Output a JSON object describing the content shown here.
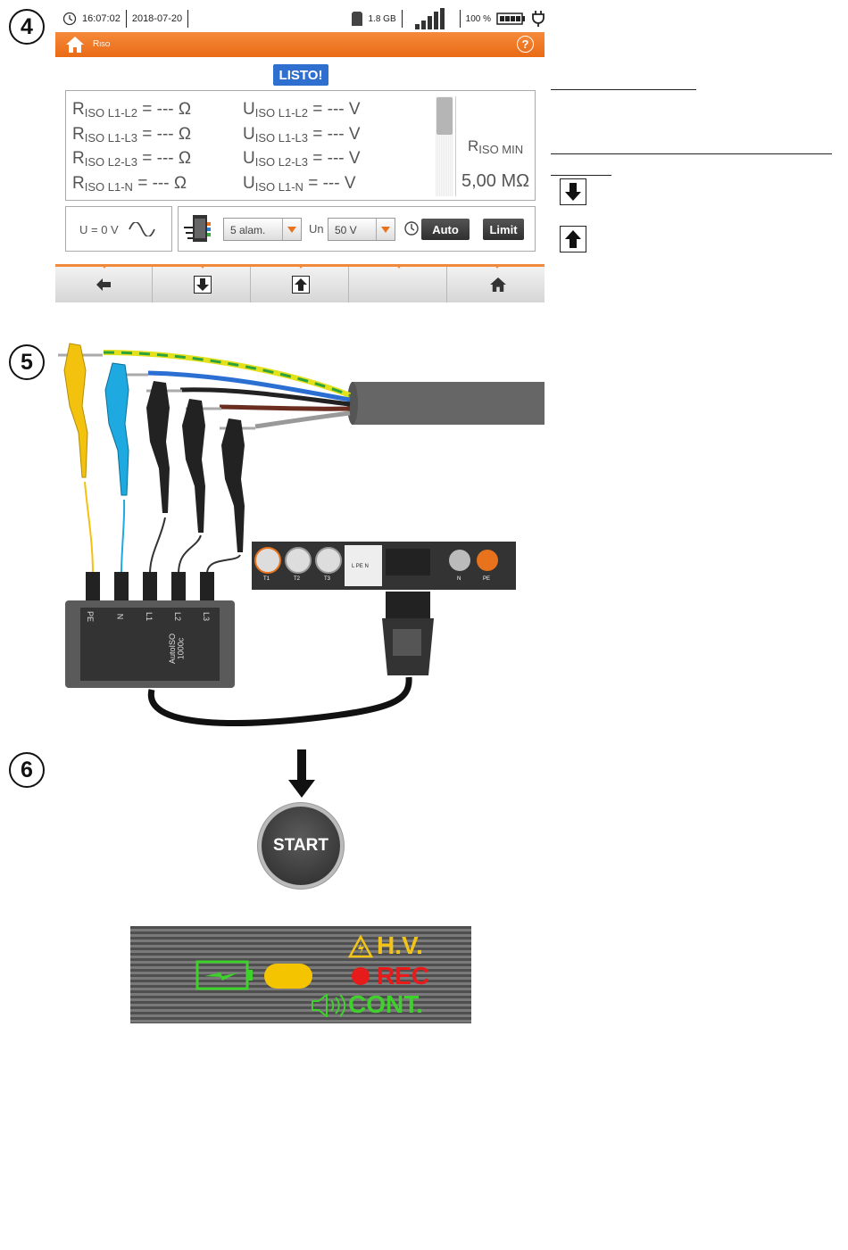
{
  "steps": {
    "s4": "4",
    "s5": "5",
    "s6": "6"
  },
  "status_bar": {
    "time": "16:07:02",
    "date": "2018-07-20",
    "storage": "1.8 GB",
    "battery": "100 %"
  },
  "title_bar": {
    "title_main": "R",
    "title_sub": "ISO",
    "help_symbol": "?"
  },
  "badge": {
    "label": "LISTO!",
    "color": "#2f6fcf"
  },
  "measurements": {
    "r_rows": [
      {
        "sym": "R",
        "sub": "ISO L1-L2",
        "val": "= --- Ω"
      },
      {
        "sym": "R",
        "sub": "ISO L1-L3",
        "val": "= --- Ω"
      },
      {
        "sym": "R",
        "sub": "ISO L2-L3",
        "val": "= --- Ω"
      },
      {
        "sym": "R",
        "sub": "ISO L1-N",
        "val": "= --- Ω"
      }
    ],
    "u_rows": [
      {
        "sym": "U",
        "sub": "ISO L1-L2",
        "val": "= --- V"
      },
      {
        "sym": "U",
        "sub": "ISO L1-L3",
        "val": "= --- V"
      },
      {
        "sym": "U",
        "sub": "ISO L2-L3",
        "val": "= --- V"
      },
      {
        "sym": "U",
        "sub": "ISO L1-N",
        "val": "= --- V"
      }
    ],
    "riso_min_sym": "R",
    "riso_min_sub": "ISO MIN",
    "riso_min_value": "5,00 MΩ"
  },
  "settings": {
    "voltage": "U = 0 V",
    "points_select": "5 alam.",
    "un_label": "Un",
    "un_select": "50 V",
    "auto_label": "Auto",
    "limit_label": "Limit"
  },
  "adapter": {
    "name": "AutoISO",
    "model": "1000c",
    "sockets": [
      "PE",
      "N",
      "L1",
      "L2",
      "L3"
    ]
  },
  "meter_sockets": {
    "t1": "T1",
    "t2": "T2",
    "t3": "T3",
    "n": "N",
    "pe": "PE",
    "socket_label": "L PE N"
  },
  "start_button": {
    "label": "START"
  },
  "indicators": {
    "hv": "H.V.",
    "rec": "REC",
    "cont": "CONT.",
    "colors": {
      "hv": "#f2c318",
      "rec": "#e81b1b",
      "cont": "#3fd12b",
      "panel": "#555555",
      "led_yellow": "#f5c400"
    }
  },
  "colors": {
    "accent": "#ea6a15",
    "cable": "#666666"
  }
}
